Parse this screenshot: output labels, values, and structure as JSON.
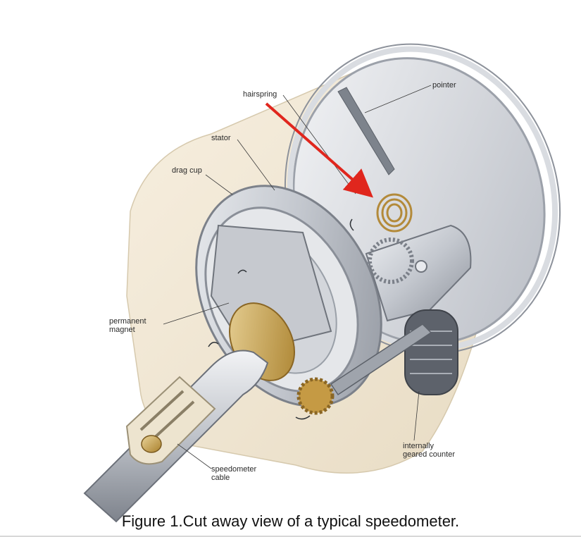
{
  "labels": {
    "hairspring": "hairspring",
    "pointer": "pointer",
    "stator": "stator",
    "drag_cup": "drag cup",
    "permanent_magnet": "permanent\nmagnet",
    "internally_geared_counter": "internally\ngeared counter",
    "speedometer_cable": "speedometer\ncable"
  },
  "caption": "Figure 1.Cut away view of a typical speedometer.",
  "colors": {
    "housing": "#f2e8d6",
    "metal": "#c9ccd2",
    "dark_metal": "#8a8f98",
    "brass": "#c9a04a",
    "annotation_arrow": "#e0261d"
  }
}
